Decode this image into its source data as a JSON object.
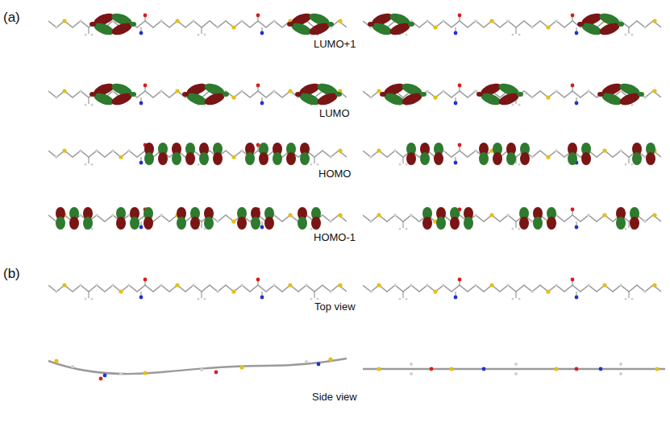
{
  "diagram": {
    "labels": [
      "(a)",
      "LUMO+1",
      "LUMO",
      "HOMO",
      "HOMO-1",
      "(b)",
      "Top view",
      "Side view"
    ]
  }
}
